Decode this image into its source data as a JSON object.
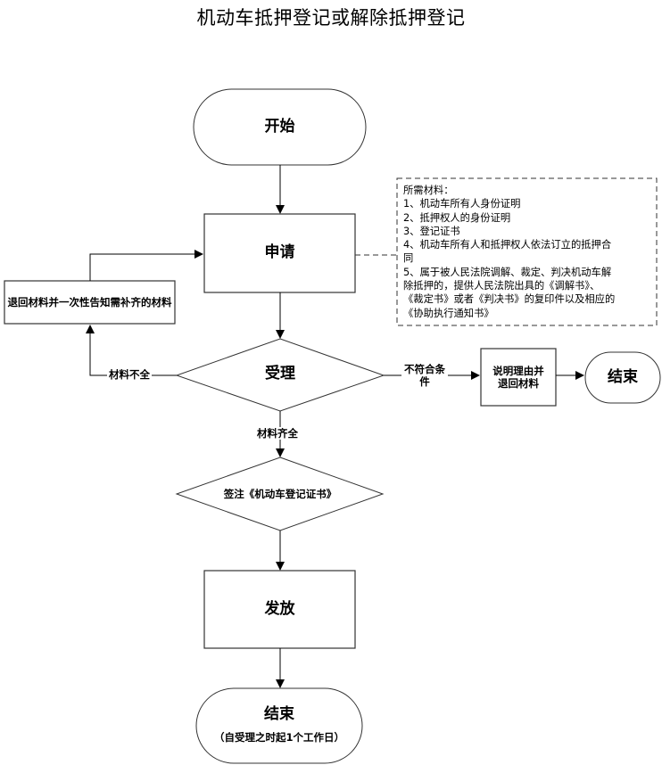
{
  "title": "机动车抵押登记或解除抵押登记",
  "nodes": {
    "start": "开始",
    "apply": "申请",
    "accept": "受理",
    "return_left": "退回材料并一次性告知需补齐的材料",
    "explain_return": "说明理由并退回材料",
    "end_right": "结束",
    "annotate": "签注《机动车登记证书》",
    "issue": "发放",
    "end_bottom": "结束",
    "end_bottom_note": "（自受理之时起1个工作日）"
  },
  "edge_labels": {
    "incomplete": "材料不全",
    "not_qualified": "不符合条件",
    "complete": "材料齐全"
  },
  "note": {
    "heading": "所需材料：",
    "items": [
      "1、机动车所有人身份证明",
      "2、抵押权人的身份证明",
      "3、登记证书",
      "4、机动车所有人和抵押权人依法订立的抵押合同",
      "5、属于被人民法院调解、裁定、判决机动车解除抵押的，提供人民法院出具的《调解书》、《裁定书》或者《判决书》的复印件以及相应的《协助执行通知书》"
    ],
    "lines": [
      "所需材料：",
      "1、机动车所有人身份证明",
      "2、抵押权人的身份证明",
      "3、登记证书",
      "4、机动车所有人和抵押权人依法订立的抵押合",
      "同",
      "5、属于被人民法院调解、裁定、判决机动车解",
      "除抵押的，提供人民法院出具的《调解书》、",
      "《裁定书》或者《判决书》的复印件以及相应的",
      "《协助执行通知书》"
    ]
  }
}
